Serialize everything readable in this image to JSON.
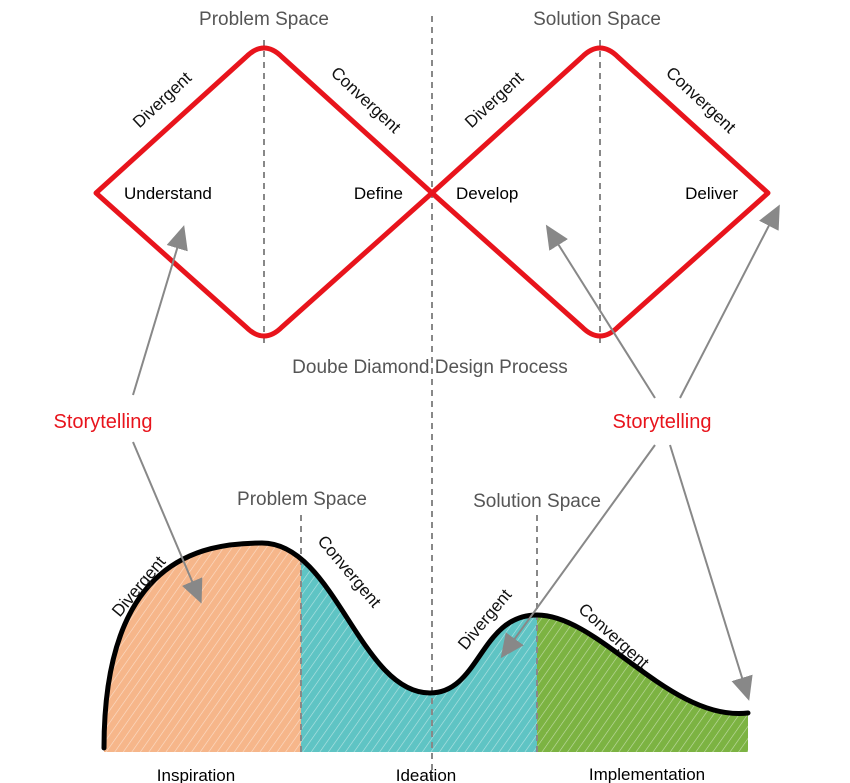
{
  "diamond": {
    "left_space": "Problem Space",
    "right_space": "Solution Space",
    "side_divergent": "Divergent",
    "side_convergent": "Convergent",
    "phases": [
      "Understand",
      "Define",
      "Develop",
      "Deliver"
    ],
    "title": "Doube Diamond Design Process"
  },
  "storytelling": {
    "left": "Storytelling",
    "right": "Storytelling"
  },
  "curve": {
    "left_space": "Problem Space",
    "right_space": "Solution Space",
    "side_divergent": "Divergent",
    "side_convergent": "Convergent",
    "phases": [
      "Inspiration",
      "Ideation",
      "Implementation"
    ]
  },
  "colors": {
    "diamond_stroke": "#e8141c",
    "storytelling": "#e8141c",
    "inspiration_fill": "#f6b68a",
    "ideation_fill": "#5fc4c4",
    "implementation_fill": "#7cb342",
    "curve_stroke": "#000000",
    "arrow": "#888888",
    "dashed_line": "#888888"
  }
}
